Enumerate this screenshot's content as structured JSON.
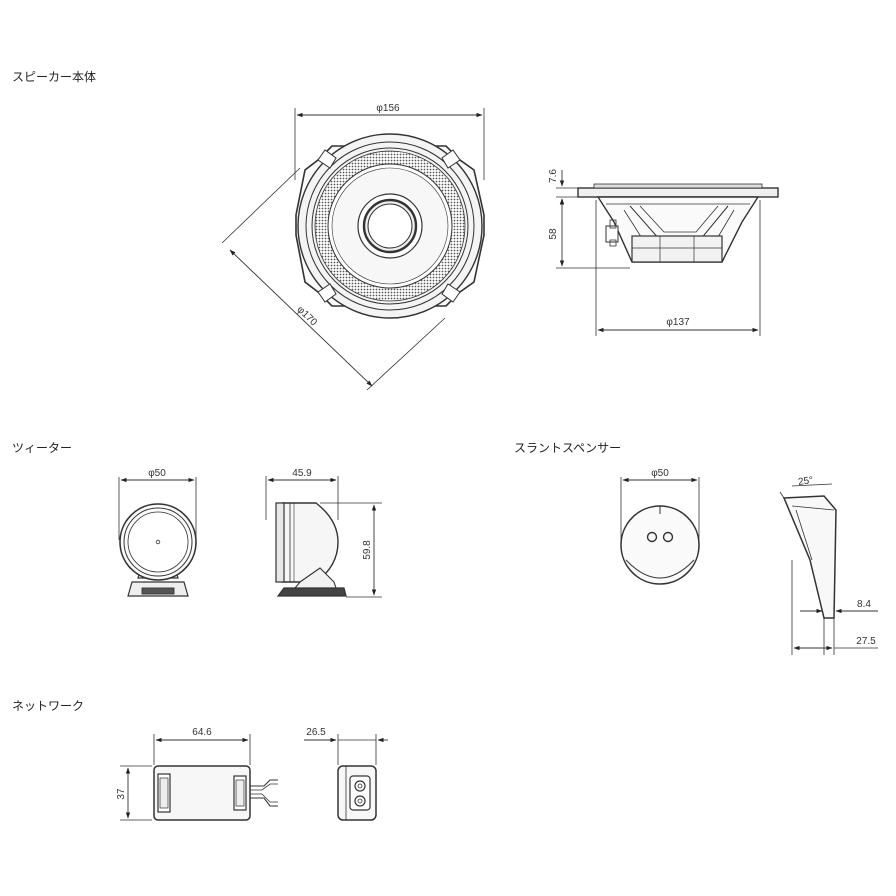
{
  "sections": {
    "speaker": "スピーカー本体",
    "tweeter": "ツィーター",
    "slant": "スラントスペンサー",
    "network": "ネットワーク"
  },
  "dims": {
    "speaker_front_width": "φ156",
    "speaker_front_diag": "φ170",
    "speaker_side_flange": "7.6",
    "speaker_side_depth": "58",
    "speaker_side_dia": "φ137",
    "tweeter_dia": "φ50",
    "tweeter_depth": "45.9",
    "tweeter_height": "59.8",
    "slant_dia": "φ50",
    "slant_angle": "25°",
    "slant_small": "8.4",
    "slant_large": "27.5",
    "network_width": "64.6",
    "network_height": "37",
    "network_depth": "26.5"
  }
}
